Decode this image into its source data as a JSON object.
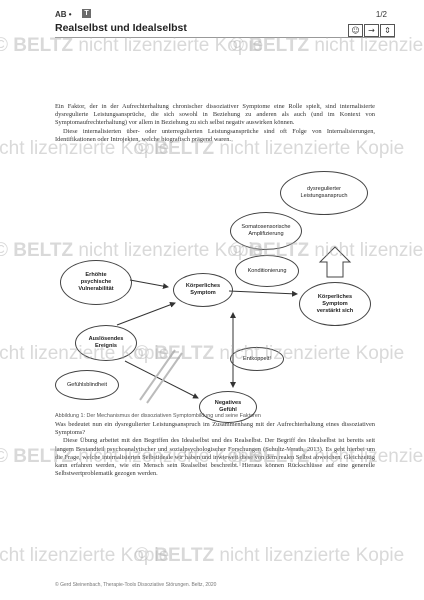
{
  "header": {
    "tag": "AB •",
    "tag_box": "T",
    "title": "Realselbst und Idealselbst",
    "page": "1/2",
    "icons": [
      "person-icon",
      "arrow-right-icon",
      "adjust-icon"
    ]
  },
  "watermark": {
    "brand": "BELTZ",
    "phrase": "nicht lizenzierte Kopie"
  },
  "intro": {
    "p1": "Ein Faktor, der in der Aufrechterhaltung chronischer dissoziativer Symptome eine Rolle spielt, sind internalisierte dysregulierte Leistungsansprüche, die sich sowohl in Beziehung zu anderen als auch (und im Kontext von Symptomaufrechterhaltung) vor allem in Beziehung zu sich selbst negativ auswirken können.",
    "p2": "Diese internalisierten über- oder unterregulierten Leistungsansprüche sind oft Folge von Internalisierungen, Identifikationen oder Introjekten, welche biografisch prägend waren."
  },
  "diagram": {
    "nodes": {
      "dysreg": "dysregulierter\nLeistungsanspruch",
      "somato": "Somatosensorische\nAmplifizierung",
      "kond": "Konditionierung",
      "vuln": "Erhöhte\npsychische\nVulnerabilität",
      "korp": "Körperliches\nSymptom",
      "korp2": "Körperliches\nSymptom\nverstärkt sich",
      "ausl": "Auslösendes\nEreignis",
      "entk": "Entkoppelt!",
      "gefb": "Gefühlsblindheit",
      "neg": "Negatives\nGefühl"
    },
    "caption": "Abbildung 1: Der Mechanismus der dissoziativen Symptombildung und seine Faktoren"
  },
  "body": {
    "q": "Was bedeutet nun ein dysregulierter Leistungsanspruch im Zusammenhang mit der Aufrechterhaltung eines dissoziativen Symptoms?",
    "p": "Diese Übung arbeitet mit den Begriffen des Idealselbst und des Realselbst. Der Begriff des Idealselbst ist bereits seit langem Bestandteil psychoanalytischer und sozialpsychologischer Forschungen (Schultz-Verath, 2013). Es geht hierbei um die Frage, welche internalisierten Selbstideale wir haben und inwieweit diese von dem realen Selbst abweichen. Gleichzeitig kann erfahren werden, wie ein Mensch sein Realselbst beschreibt. Hieraus können Rückschlüsse auf eine generelle Selbstwertproblematik gezogen werden."
  },
  "footer": "© Gerd Steinenbach, Therapie-Tools Dissoziative Störungen. Beltz, 2020"
}
